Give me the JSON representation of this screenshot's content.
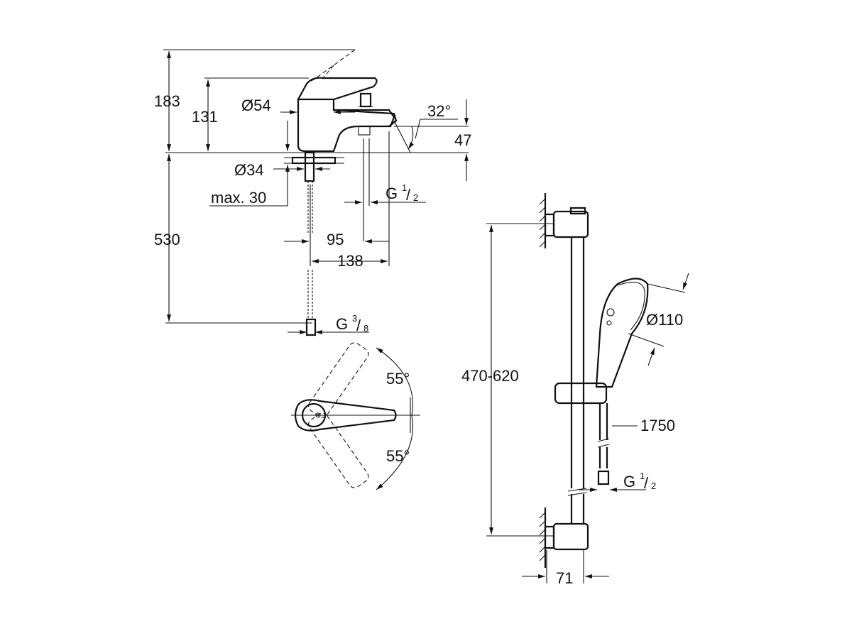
{
  "dimensions": {
    "d183": "183",
    "d131": "131",
    "d530": "530",
    "d54": "Ø54",
    "d34": "Ø34",
    "max30": "max. 30",
    "d95": "95",
    "d138": "138",
    "d47": "47",
    "angle32": "32°",
    "g12_prefix": "G",
    "g12_num": "1",
    "g12_den": "2",
    "g38_prefix": "G",
    "g38_num": "3",
    "g38_den": "8",
    "angle55_top": "55°",
    "angle55_bottom": "55°",
    "rail_range": "470-620",
    "d110": "Ø110",
    "hose_length": "1750",
    "g12b_prefix": "G",
    "g12b_num": "1",
    "g12b_den": "2",
    "d71": "71"
  }
}
